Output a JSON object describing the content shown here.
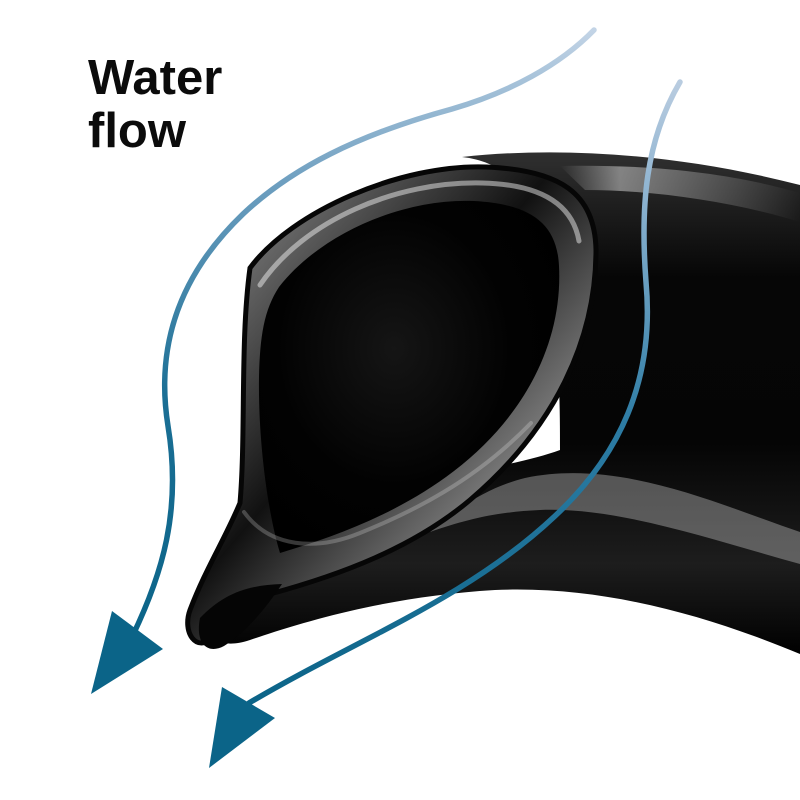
{
  "annotation": {
    "line1": "Water",
    "line2": "flow"
  },
  "colors": {
    "background": "#ffffff",
    "tube": "#050505",
    "arrow_dark": "#0b6488",
    "arrow_light": "#b7cbe0",
    "text": "#0b0b0b"
  },
  "icons": {
    "flow_arrows": "curved-arrow-icon",
    "tube": "snorkel-tube-opening"
  }
}
